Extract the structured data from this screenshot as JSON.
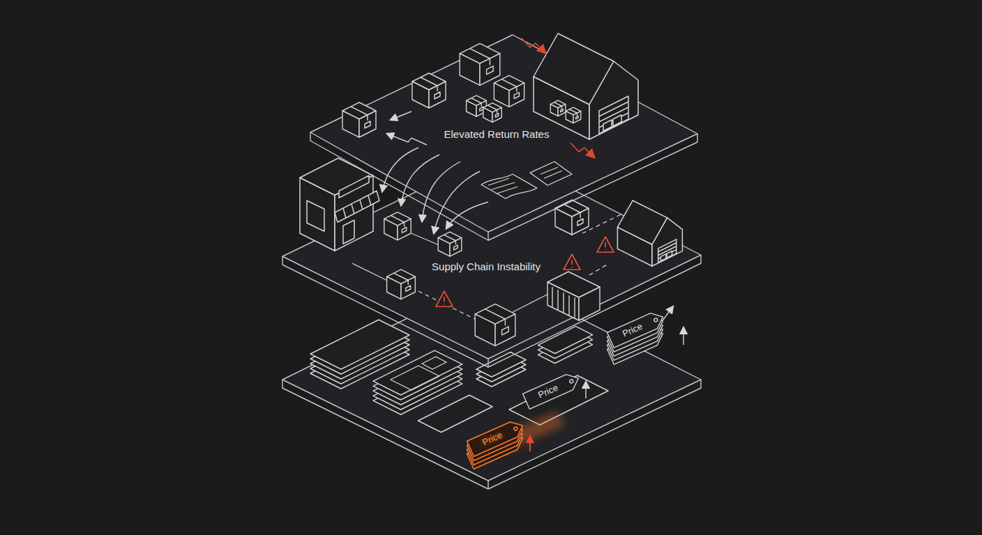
{
  "diagram": {
    "labels": [
      "Elevated Return Rates",
      "Supply Chain Instability",
      "Price",
      "Price",
      "Price"
    ]
  }
}
